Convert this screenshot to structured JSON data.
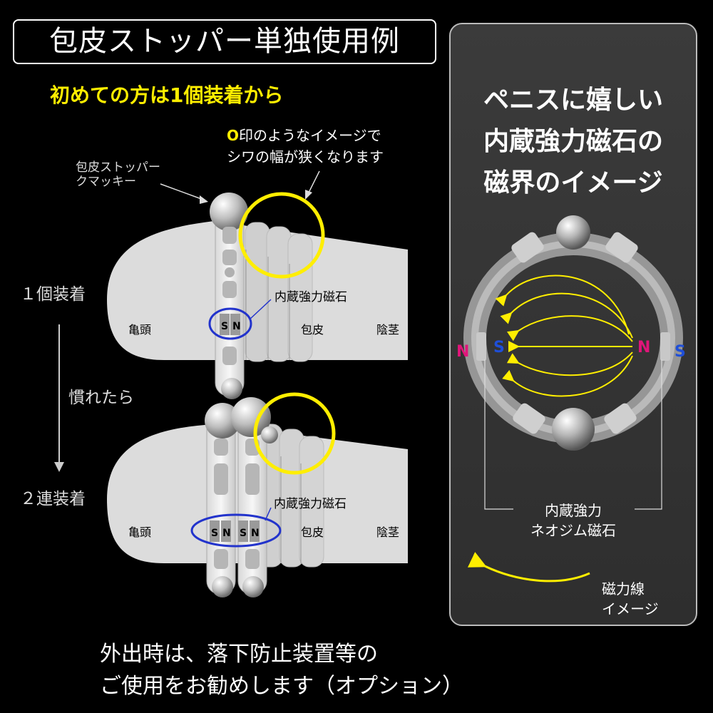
{
  "title": "包皮ストッパー単独使用例",
  "subtitle": "初めての方は1個装着から",
  "caption_note": {
    "mark": "O",
    "line1": "印のようなイメージで",
    "line2": "シワの幅が狭くなります"
  },
  "caption_stopper": {
    "line1": "包皮ストッパー",
    "line2": "クマッキー"
  },
  "steps": {
    "one": "１個装着",
    "used": "慣れたら",
    "two": "２連装着"
  },
  "diagram_top": {
    "glans": "亀頭",
    "foreskin": "包皮",
    "shaft": "陰茎",
    "magnet": "内蔵強力磁石",
    "s": "S",
    "n": "N"
  },
  "diagram_bottom": {
    "glans": "亀頭",
    "foreskin": "包皮",
    "shaft": "陰茎",
    "magnet": "内蔵強力磁石",
    "s1": "S",
    "n1": "N",
    "s2": "S",
    "n2": "N"
  },
  "bottom_note": {
    "line1": "外出時は、落下防止装置等の",
    "line2": "ご使用をお勧めします（オプション）"
  },
  "panel": {
    "title_line1": "ペニスに嬉しい",
    "title_line2": "内蔵強力磁石の",
    "title_line3": "磁界のイメージ",
    "pole_left_n": "N",
    "pole_left_s": "S",
    "pole_right_n": "N",
    "pole_right_s": "S",
    "magnet_line1": "内蔵強力",
    "magnet_line2": "ネオジム磁石",
    "field_line1": "磁力線",
    "field_line2": "イメージ"
  },
  "colors": {
    "accent_yellow": "#ffee00",
    "magnet_blue": "#2233cc",
    "pole_n": "#e0157a",
    "pole_s": "#1f4fd8"
  }
}
